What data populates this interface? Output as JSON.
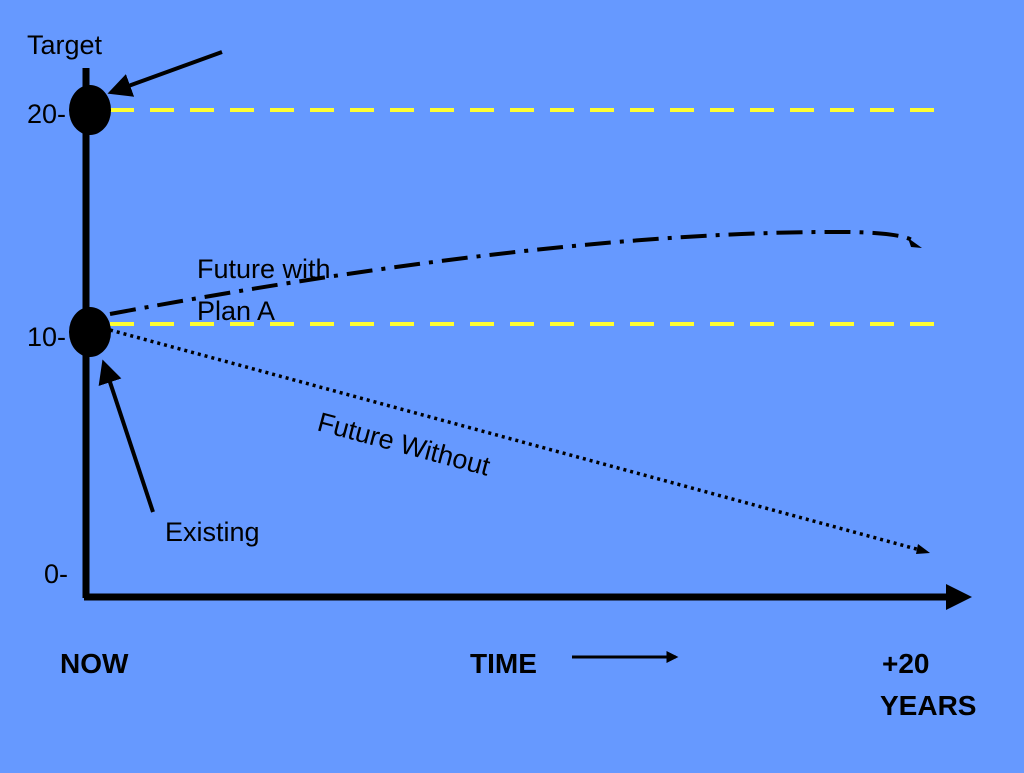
{
  "colors": {
    "background": "#6699ff",
    "axis": "#000000",
    "reference_lines": "#ffff33"
  },
  "y_axis": {
    "title": "Target",
    "ticks": [
      "20-",
      "10-",
      "0-"
    ]
  },
  "x_axis": {
    "start_label": "NOW",
    "title": "TIME",
    "end_label_line1": "+20",
    "end_label_line2": "YEARS"
  },
  "labels": {
    "existing": "Existing",
    "future_with_line1": "Future with",
    "future_with_line2": "Plan A",
    "future_without": "Future Without"
  }
}
